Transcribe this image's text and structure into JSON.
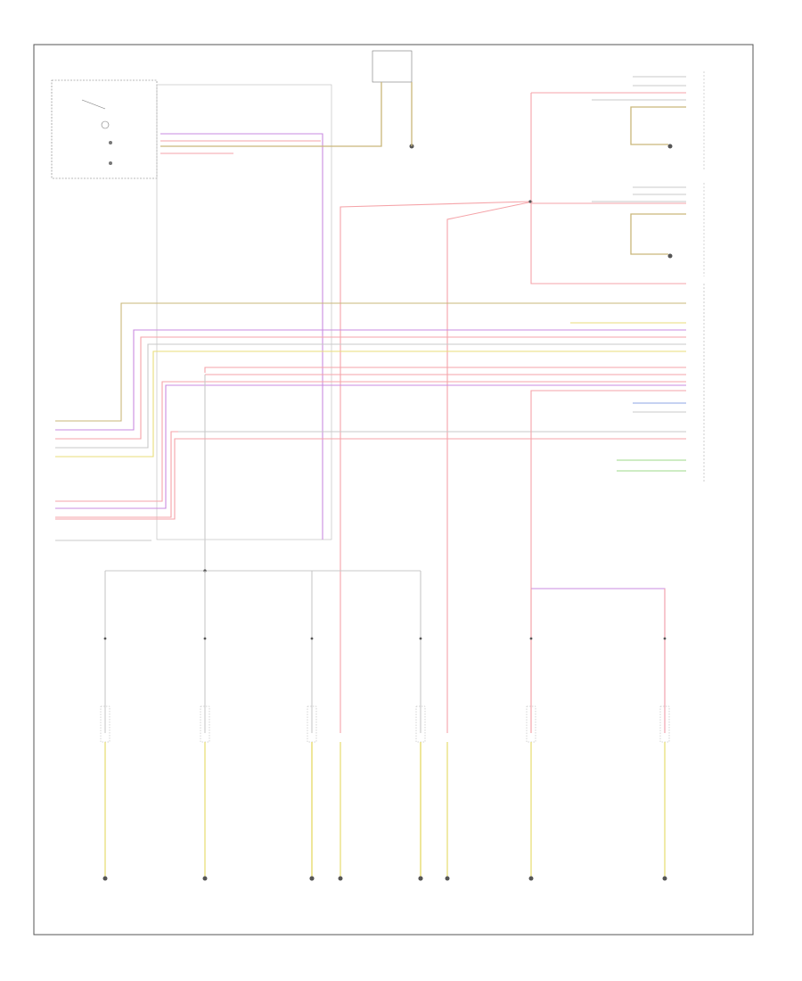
{
  "colors": {
    "red": "#f5a3a8",
    "violet": "#c98be0",
    "yellow": "#e9de7a",
    "olive": "#c9b77a",
    "gray": "#c8c8c8",
    "green": "#9ed88a",
    "blue": "#8da6e6",
    "frame": "#555555"
  },
  "components": {
    "top_module": "",
    "top_module_ground": "",
    "left_unit": "",
    "left_unit_sub": "",
    "right_module_1": "",
    "right_module_1_ground": "",
    "right_module_2": "",
    "right_module_2_ground": "",
    "right_connector_note": "",
    "right_control_unit": "",
    "right_cluster_note": ""
  },
  "bottom_groups": [
    {
      "id": "g1",
      "label": ""
    },
    {
      "id": "g2",
      "label": ""
    },
    {
      "id": "g3",
      "label": ""
    },
    {
      "id": "g4",
      "label": ""
    },
    {
      "id": "g5",
      "label": ""
    },
    {
      "id": "g6",
      "label": ""
    }
  ],
  "footer": {
    "code": ""
  }
}
